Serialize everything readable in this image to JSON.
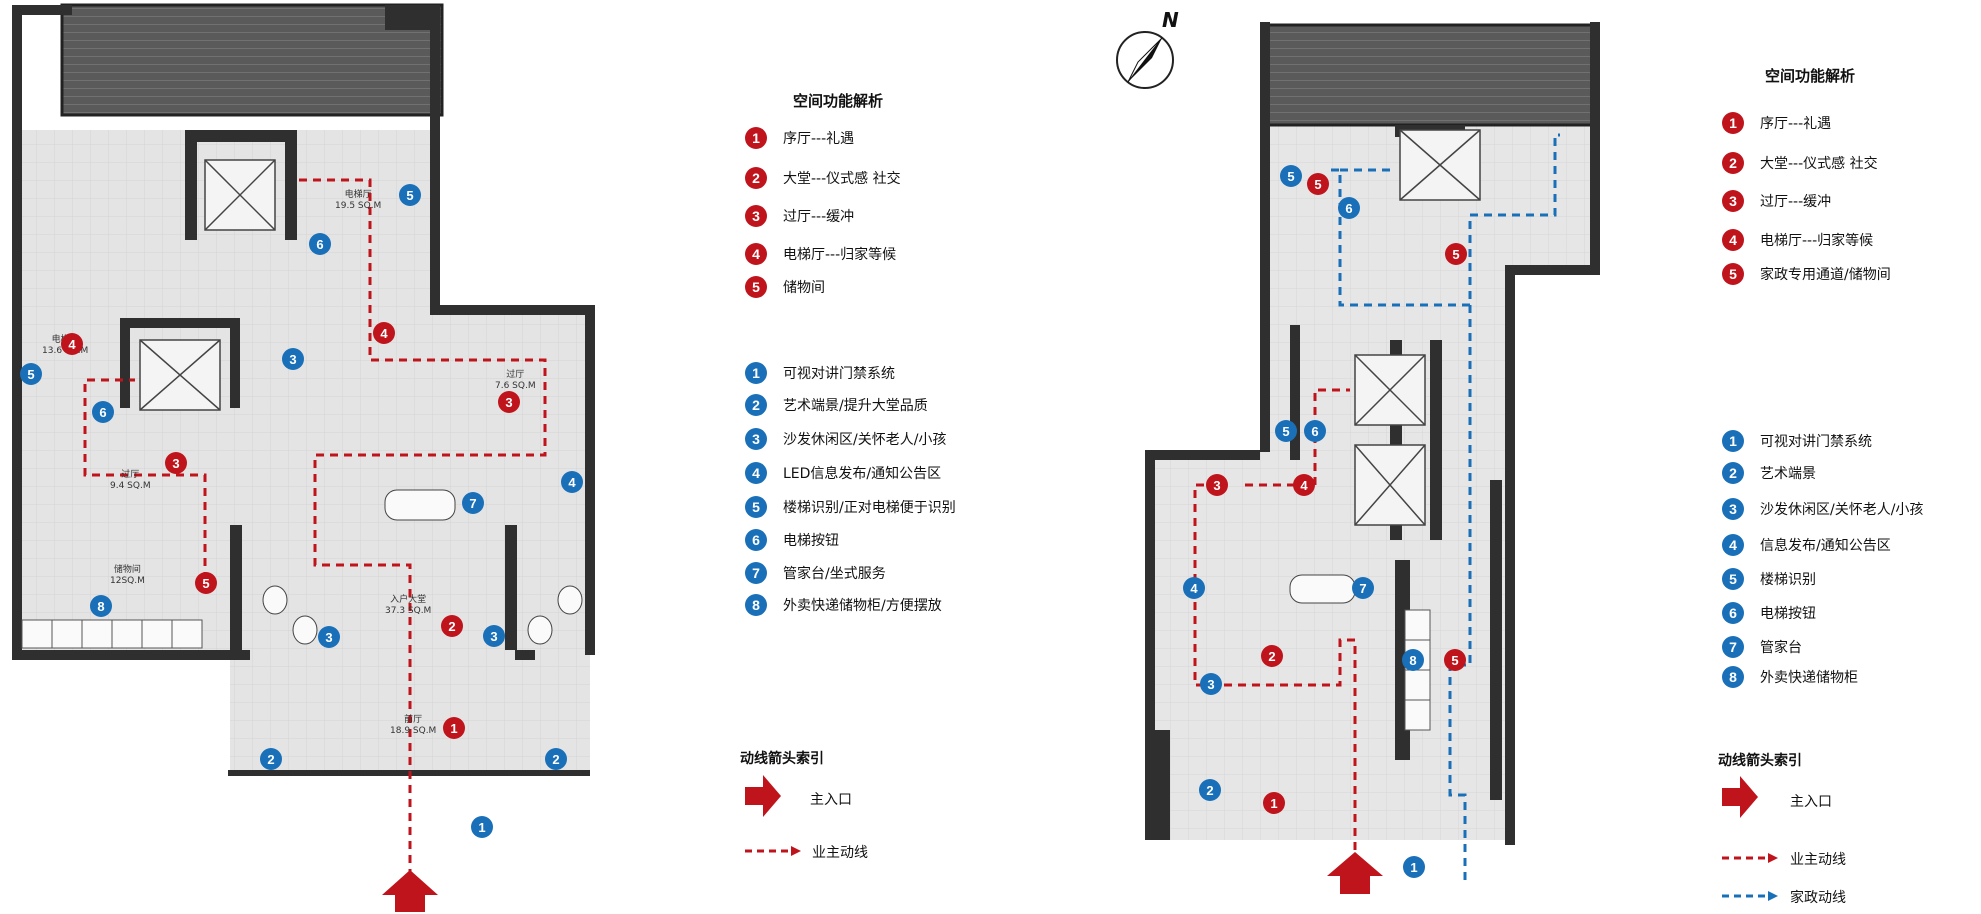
{
  "left": {
    "title": "空间功能解析",
    "functions": [
      {
        "n": "1",
        "label": "序厅---礼遇"
      },
      {
        "n": "2",
        "label": "大堂---仪式感 社交"
      },
      {
        "n": "3",
        "label": "过厅---缓冲"
      },
      {
        "n": "4",
        "label": "电梯厅---归家等候"
      },
      {
        "n": "5",
        "label": "储物间"
      }
    ],
    "features": [
      {
        "n": "1",
        "label": "可视对讲门禁系统"
      },
      {
        "n": "2",
        "label": "艺术端景/提升大堂品质"
      },
      {
        "n": "3",
        "label": "沙发休闲区/关怀老人/小孩"
      },
      {
        "n": "4",
        "label": "LED信息发布/通知公告区"
      },
      {
        "n": "5",
        "label": "楼梯识别/正对电梯便于识别"
      },
      {
        "n": "6",
        "label": "电梯按钮"
      },
      {
        "n": "7",
        "label": "管家台/坐式服务"
      },
      {
        "n": "8",
        "label": "外卖快递储物柜/方便摆放"
      }
    ],
    "legend": {
      "title": "动线箭头索引",
      "entrance": "主入口",
      "owner_route": "业主动线"
    },
    "rooms": [
      {
        "name": "电梯厅",
        "area": "19.5 SQ.M"
      },
      {
        "name": "过厅",
        "area": "7.6 SQ.M"
      },
      {
        "name": "电梯厅",
        "area": "13.6 SQ.M"
      },
      {
        "name": "过厅",
        "area": "9.4 SQ.M"
      },
      {
        "name": "储物间",
        "area": "12SQ.M"
      },
      {
        "name": "入户大堂",
        "area": "37.3 SQ.M"
      },
      {
        "name": "前厅",
        "area": "18.9 SQ.M"
      }
    ]
  },
  "right": {
    "compass": "N",
    "title": "空间功能解析",
    "functions": [
      {
        "n": "1",
        "label": "序厅---礼遇"
      },
      {
        "n": "2",
        "label": "大堂---仪式感 社交"
      },
      {
        "n": "3",
        "label": "过厅---缓冲"
      },
      {
        "n": "4",
        "label": "电梯厅---归家等候"
      },
      {
        "n": "5",
        "label": "家政专用通道/储物间"
      }
    ],
    "features": [
      {
        "n": "1",
        "label": "可视对讲门禁系统"
      },
      {
        "n": "2",
        "label": "艺术端景"
      },
      {
        "n": "3",
        "label": "沙发休闲区/关怀老人/小孩"
      },
      {
        "n": "4",
        "label": "信息发布/通知公告区"
      },
      {
        "n": "5",
        "label": "楼梯识别"
      },
      {
        "n": "6",
        "label": "电梯按钮"
      },
      {
        "n": "7",
        "label": "管家台"
      },
      {
        "n": "8",
        "label": "外卖快递储物柜"
      }
    ],
    "legend": {
      "title": "动线箭头索引",
      "entrance": "主入口",
      "owner_route": "业主动线",
      "housekeeping_route": "家政动线"
    }
  },
  "colors": {
    "red": "#c0141c",
    "blue": "#1a70b8",
    "wall": "#3a3a3a",
    "floor": "#e2e2e2",
    "stair": "#555555"
  }
}
